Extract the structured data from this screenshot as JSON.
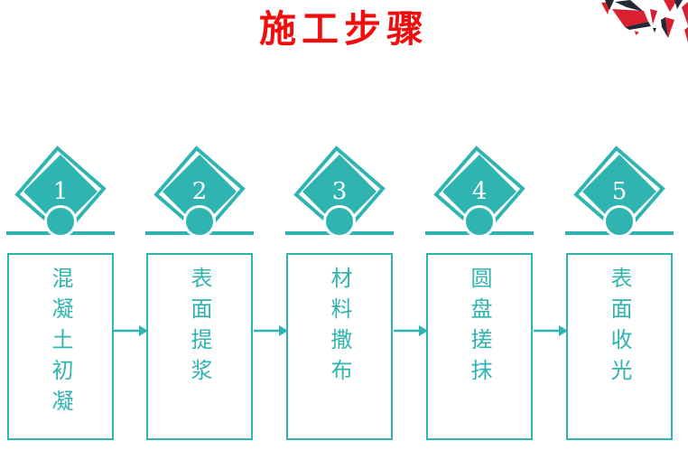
{
  "slide": {
    "title": "施工步骤"
  },
  "steps": [
    {
      "number": "1",
      "label": "混凝土初凝"
    },
    {
      "number": "2",
      "label": "表面提浆"
    },
    {
      "number": "3",
      "label": "材料撒布"
    },
    {
      "number": "4",
      "label": "圆盘搓抹"
    },
    {
      "number": "5",
      "label": "表面收光"
    }
  ],
  "decoration": {
    "name": "shatter-shards-decoration"
  },
  "colors": {
    "accent": "#30b4b2",
    "title_red": "#f20d0d",
    "shard_red": "#d92030",
    "shard_dark": "#232836"
  }
}
